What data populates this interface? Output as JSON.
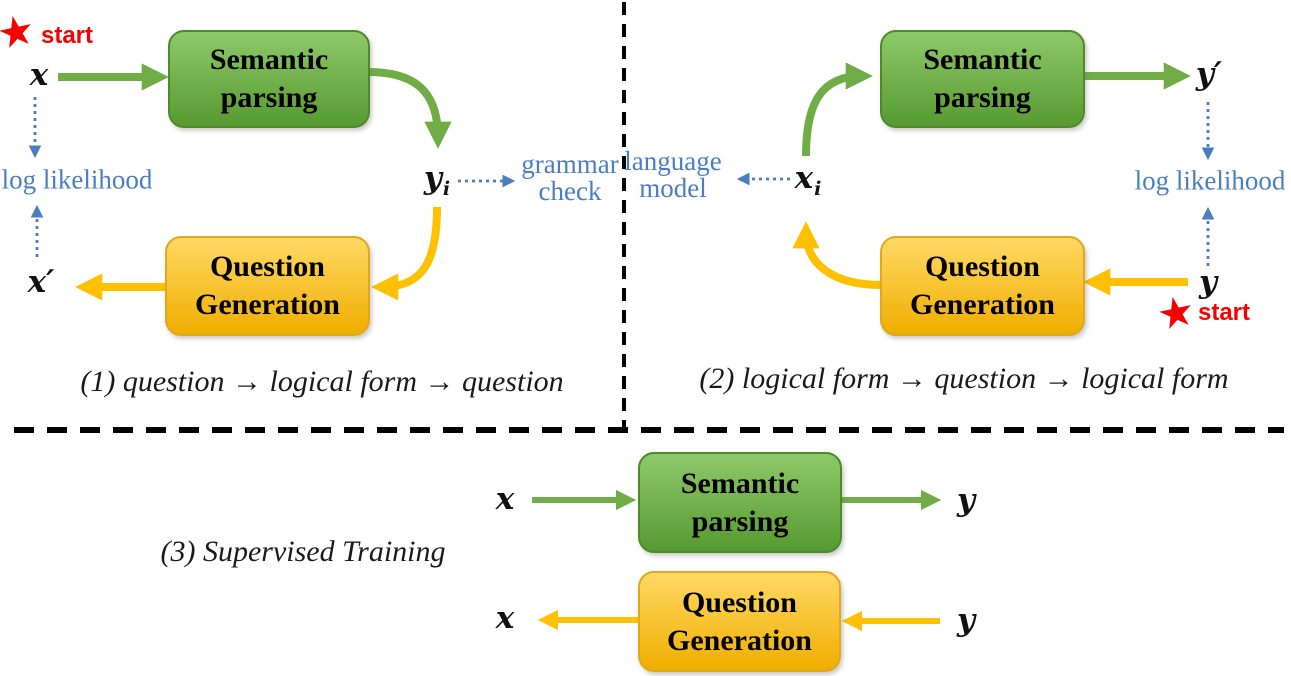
{
  "colors": {
    "green_arrow": "#70ad47",
    "yellow_arrow": "#ffc000",
    "blue_annotation": "#4a7ec1",
    "red_start": "#f70000",
    "green_box_top": "#8ec969",
    "green_box_bottom": "#579a31",
    "yellow_box_top": "#ffd965",
    "yellow_box_bottom": "#f0ae00"
  },
  "icons": {
    "star": "★"
  },
  "panel1": {
    "start_label": "start",
    "x": "x",
    "semantic_parsing": "Semantic\nparsing",
    "question_generation": "Question\nGeneration",
    "y_base": "y",
    "y_sub": "i",
    "grammar_check": "grammar\ncheck",
    "x_prime": "x′",
    "log_likelihood": "log likelihood",
    "caption": "(1) question → logical form → question"
  },
  "panel2": {
    "start_label": "start",
    "y": "y",
    "semantic_parsing": "Semantic\nparsing",
    "question_generation": "Question\nGeneration",
    "x_base": "x",
    "x_sub": "i",
    "language_model": "language\nmodel",
    "y_prime": "y′",
    "log_likelihood": "log likelihood",
    "caption": "(2) logical form → question → logical form"
  },
  "panel3": {
    "caption": "(3) Supervised Training",
    "semantic_parsing": "Semantic\nparsing",
    "question_generation": "Question\nGeneration",
    "x_in": "x",
    "y_out": "y",
    "x_out": "x",
    "y_in": "y"
  }
}
